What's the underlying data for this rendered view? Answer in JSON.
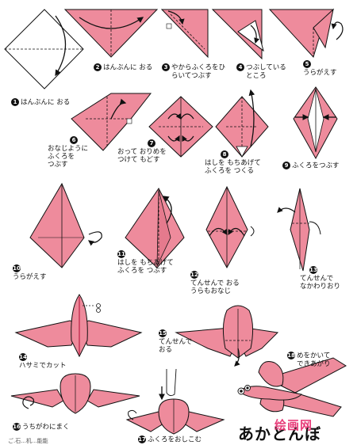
{
  "colors": {
    "paper": "#ee8b9c",
    "paper_dark": "#d96f82",
    "outline": "#111111",
    "accent_watermark": "#e83d7a"
  },
  "steps": [
    {
      "number": "1",
      "text": "はんぶんに おる"
    },
    {
      "number": "2",
      "text": "はんぶんに おる"
    },
    {
      "number": "3",
      "text_line1": "やからふくろをひ",
      "text_line2": "らいてつぶす"
    },
    {
      "number": "4",
      "text_line1": "つぶしている",
      "text_line2": "ところ"
    },
    {
      "number": "5",
      "text": "うらがえす"
    },
    {
      "number": "6",
      "text_line1": "おなじように",
      "text_line2": "ふくろを",
      "text_line3": "つぶす"
    },
    {
      "number": "7",
      "text_line1": "おって おりめを",
      "text_line2": "つけて もどす"
    },
    {
      "number": "8",
      "text_line1": "はしを もちあげて",
      "text_line2": "ふくろを つくる"
    },
    {
      "number": "9",
      "text": "ふくろをつぶす"
    },
    {
      "number": "10",
      "text": "うらがえす"
    },
    {
      "number": "11",
      "text_line1": "はしを もちあげて",
      "text_line2": "ふくろを つぶす"
    },
    {
      "number": "12",
      "text_line1": "てんせんで おる",
      "text_line2": "うらもおなじ"
    },
    {
      "number": "13",
      "text_line1": "てんせんで",
      "text_line2": "なかわりおり"
    },
    {
      "number": "14",
      "text": "ハサミでカット"
    },
    {
      "number": "15",
      "text_line1": "てんせんで",
      "text_line2": "おる"
    },
    {
      "number": "16",
      "text": "うちがわにまく"
    },
    {
      "number": "17",
      "text": "ふくろをおしこむ"
    },
    {
      "number": "18",
      "text_line1": "めをかいて",
      "text_line2": "できあがり"
    }
  ],
  "title": "あかとんぼ",
  "watermark": "绘画网",
  "footer": "ご.石...机...能能"
}
